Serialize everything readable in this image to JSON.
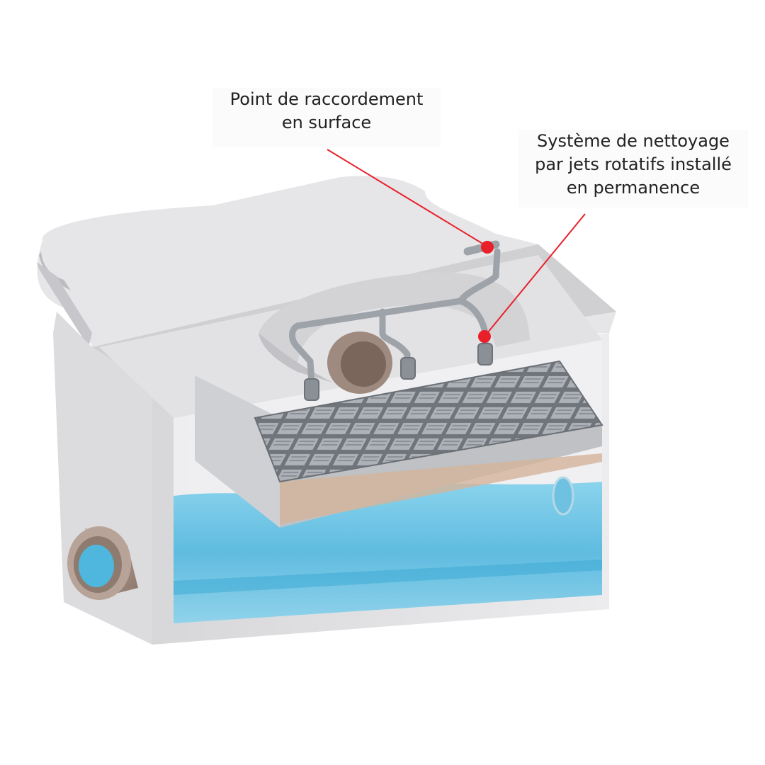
{
  "callouts": [
    {
      "lines": [
        "Point de raccordement",
        "en surface"
      ]
    },
    {
      "lines": [
        "Système de nettoyage",
        "par jets rotatifs installé",
        "en permanence"
      ]
    }
  ],
  "colors": {
    "concrete": "#e4e4e6",
    "concrete_shade": "#c9c9cc",
    "water": "#5bbde0",
    "pipe": "#a8958a",
    "grate": "#8c9096",
    "marker": "#e8202a"
  }
}
